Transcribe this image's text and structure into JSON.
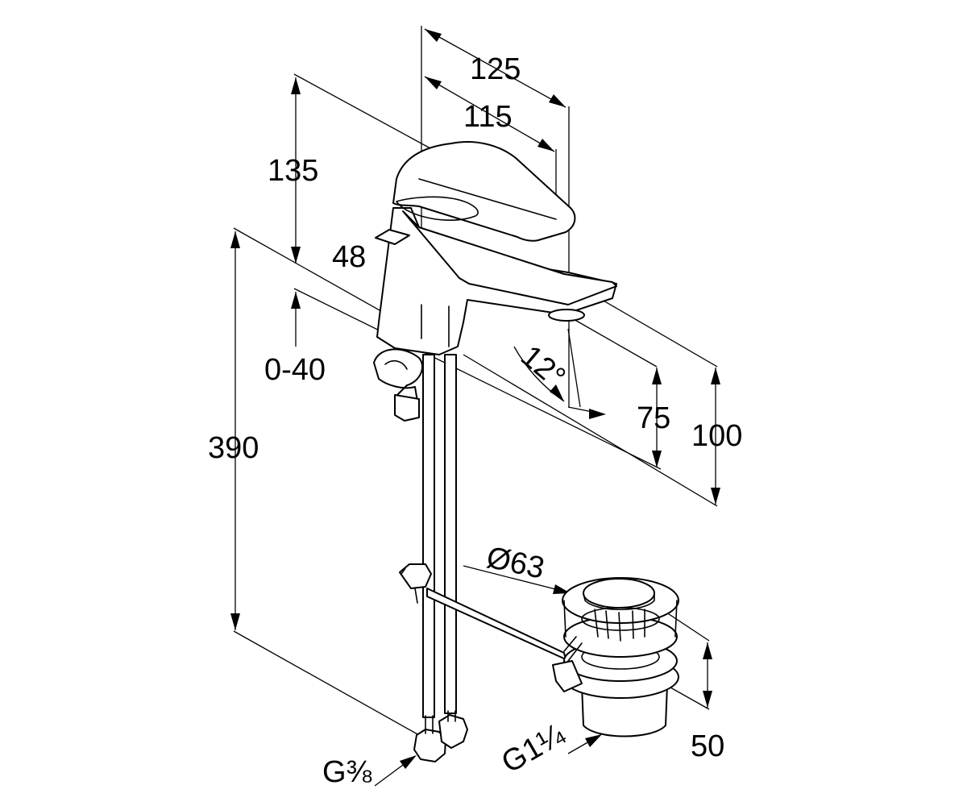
{
  "dimensions": {
    "width_125": "125",
    "width_115": "115",
    "height_135": "135",
    "depth_48": "48",
    "range_0_40": "0-40",
    "height_390": "390",
    "angle_12": "12°",
    "height_75": "75",
    "height_100": "100",
    "diameter_63": "Ø63",
    "height_50": "50",
    "thread_g1_1_4": "G1¼",
    "thread_g3_8": "G⅜"
  }
}
